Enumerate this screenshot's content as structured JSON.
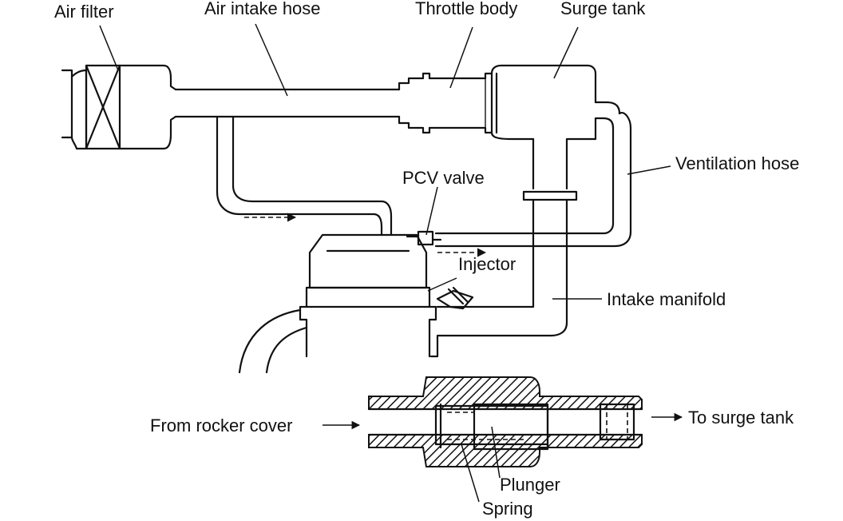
{
  "labels": {
    "air_filter": "Air filter",
    "air_intake_hose": "Air intake hose",
    "throttle_body": "Throttle body",
    "surge_tank": "Surge tank",
    "ventilation_hose": "Ventilation hose",
    "pcv_valve": "PCV valve",
    "injector": "Injector",
    "intake_manifold": "Intake manifold",
    "from_rocker_cover": "From rocker cover",
    "to_surge_tank": "To surge tank",
    "plunger": "Plunger",
    "spring": "Spring"
  }
}
